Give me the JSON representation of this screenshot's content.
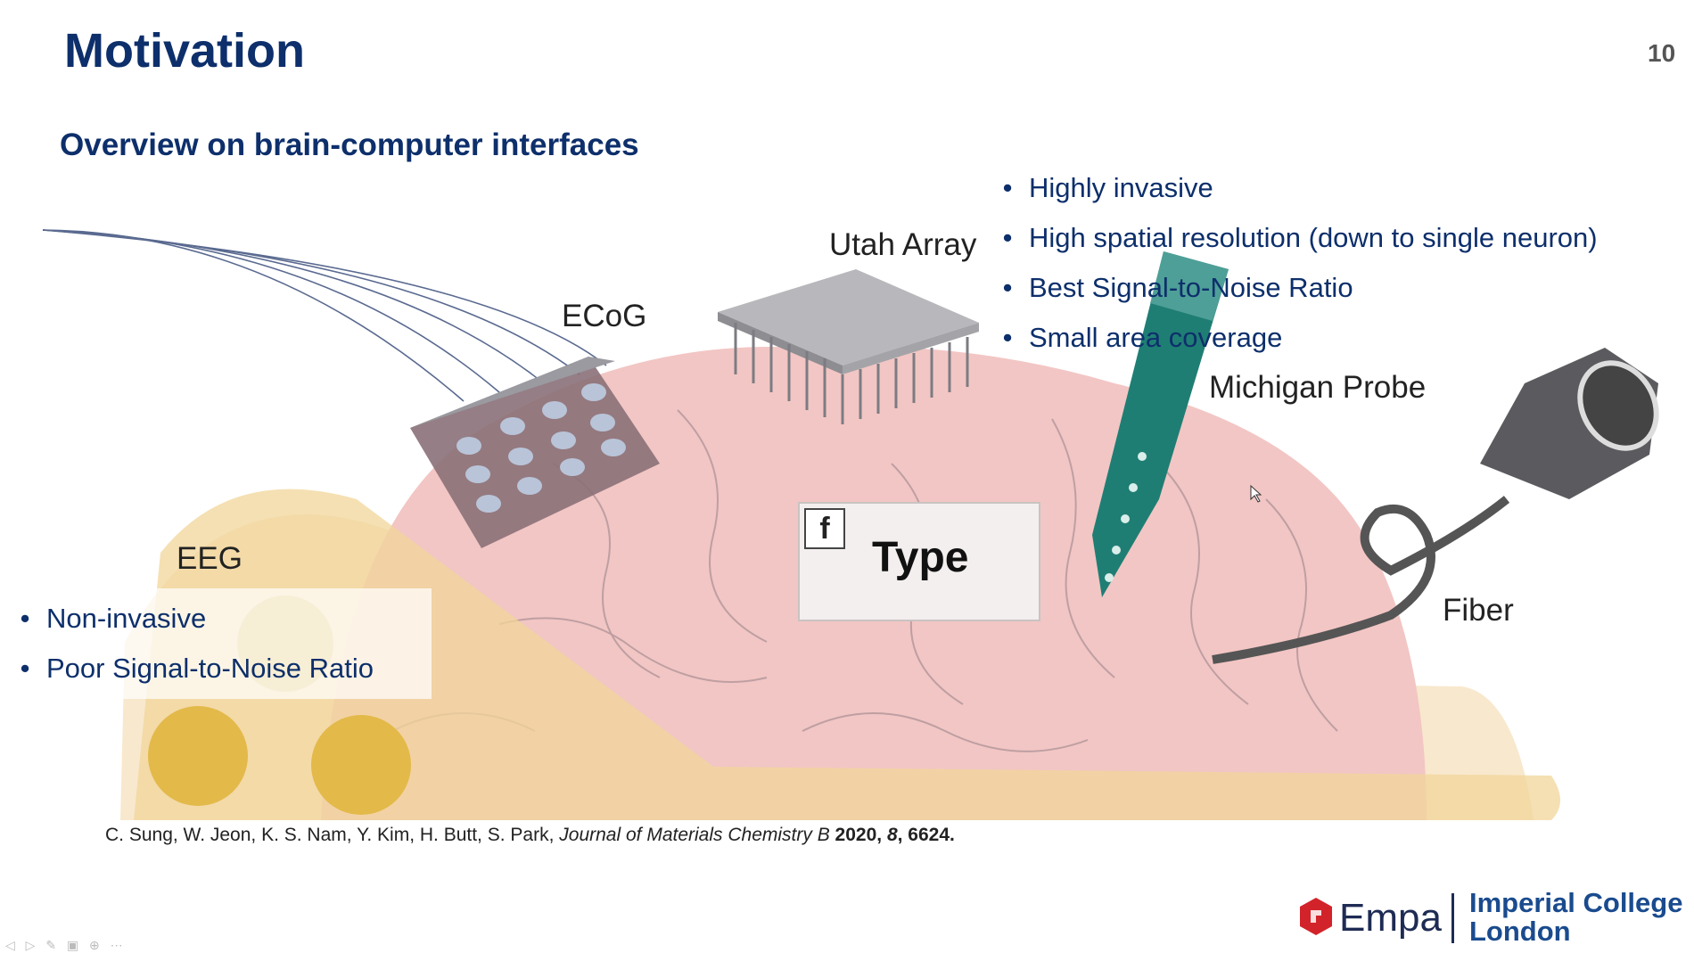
{
  "slide": {
    "title": "Motivation",
    "page_number": "10",
    "subtitle": "Overview on brain-computer interfaces"
  },
  "figure": {
    "labels": {
      "utah": "Utah Array",
      "ecog": "ECoG",
      "eeg": "EEG",
      "michigan": "Michigan Probe",
      "fiber": "Fiber"
    },
    "type_overlay": {
      "icon": "f",
      "text": "Type"
    }
  },
  "invasive_bullets": [
    "Highly invasive",
    "High spatial resolution (down to single neuron)",
    "Best Signal-to-Noise Ratio",
    "Small area coverage"
  ],
  "noninvasive_bullets": [
    "Non-invasive",
    "Poor Signal-to-Noise Ratio"
  ],
  "bullet_glyph": "•",
  "citation": {
    "authors": "C. Sung, W. Jeon, K. S. Nam, Y. Kim, H. Butt, S. Park,",
    "journal": "Journal of Materials Chemistry B",
    "year": "2020,",
    "volume": "8",
    "pages": ", 6624."
  },
  "logos": {
    "empa": "Empa",
    "imperial_line1": "Imperial College",
    "imperial_line2": "London"
  },
  "player_controls": "◁ ▷ ✎ ▣ ⊕ ⋯",
  "colors": {
    "title": "#0d2f6b",
    "brain": "#f2c6c4",
    "eeg_pads": "#e3b94a",
    "probe": "#1f7e74",
    "empa_red": "#d2232a"
  }
}
